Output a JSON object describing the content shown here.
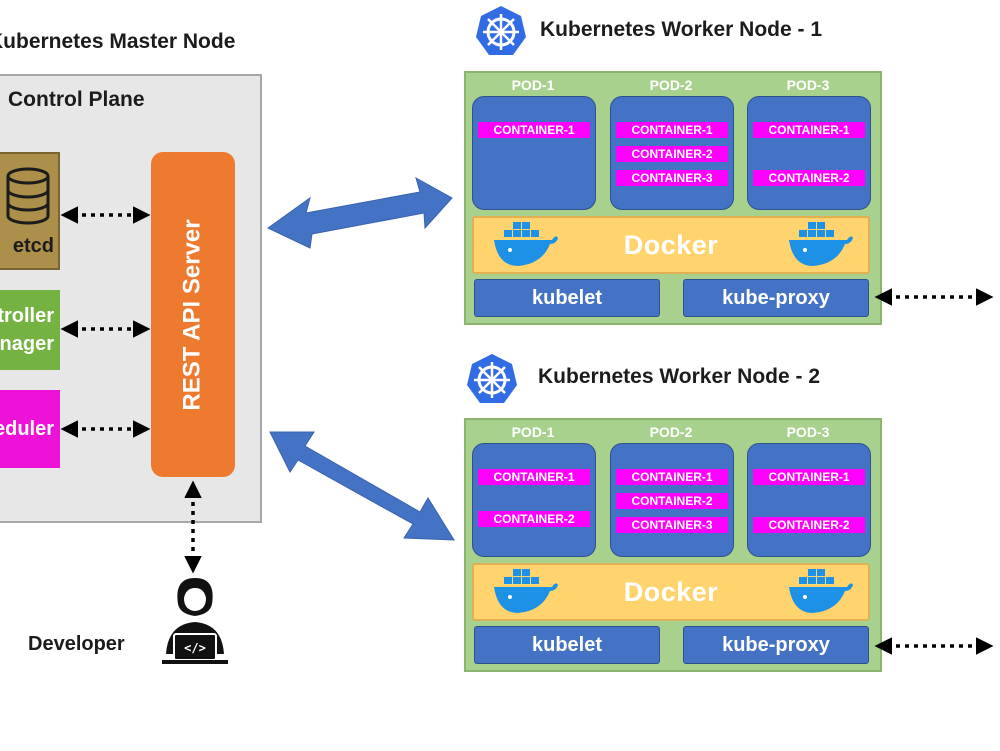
{
  "master": {
    "title": "Kubernetes Master Node",
    "control_plane": "Control Plane",
    "etcd": "etcd",
    "controller_manager": "Controller Manager",
    "scheduler": "Scheduler",
    "rest_api": "REST  API Server"
  },
  "developer": {
    "label": "Developer"
  },
  "workers": [
    {
      "title": "Kubernetes Worker Node - 1",
      "pods": [
        {
          "label": "POD-1",
          "containers": [
            "CONTAINER-1"
          ]
        },
        {
          "label": "POD-2",
          "containers": [
            "CONTAINER-1",
            "CONTAINER-2",
            "CONTAINER-3"
          ]
        },
        {
          "label": "POD-3",
          "containers": [
            "CONTAINER-1",
            "CONTAINER-2"
          ]
        }
      ],
      "docker": "Docker",
      "kubelet": "kubelet",
      "kube_proxy": "kube-proxy"
    },
    {
      "title": "Kubernetes Worker Node - 2",
      "pods": [
        {
          "label": "POD-1",
          "containers": [
            "CONTAINER-1",
            "CONTAINER-2"
          ]
        },
        {
          "label": "POD-2",
          "containers": [
            "CONTAINER-1",
            "CONTAINER-2",
            "CONTAINER-3"
          ]
        },
        {
          "label": "POD-3",
          "containers": [
            "CONTAINER-1",
            "CONTAINER-2"
          ]
        }
      ],
      "docker": "Docker",
      "kubelet": "kubelet",
      "kube_proxy": "kube-proxy"
    }
  ],
  "colors": {
    "rest_api": "#ed7a2e",
    "etcd": "#ac8f4a",
    "controller": "#74b341",
    "scheduler": "#ee12d8",
    "worker_bg": "#a9d18e",
    "pod": "#4472c4",
    "container": "#ff00ff",
    "docker": "#ffd36e",
    "arrow": "#4472c4"
  }
}
